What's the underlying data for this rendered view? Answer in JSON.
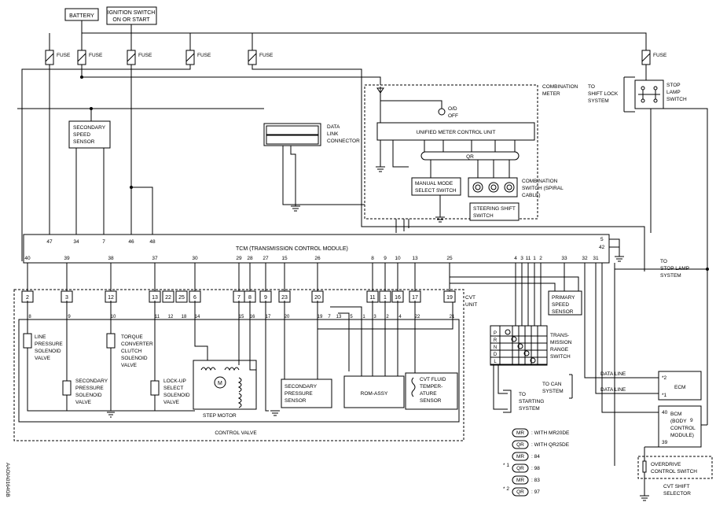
{
  "power": {
    "battery": "BATTERY",
    "ignition_l1": "IGNITION SWITCH",
    "ignition_l2": "ON OR START",
    "fuse": "FUSE"
  },
  "tcm": {
    "title": "TCM (TRANSMISSION CONTROL MODULE)",
    "top_pins": [
      "47",
      "34",
      "7",
      "46",
      "48"
    ],
    "top_right_pins": [
      "5",
      "42"
    ],
    "bottom_pins": [
      "40",
      "39",
      "38",
      "37",
      "30",
      "29",
      "28",
      "27",
      "15",
      "26",
      "8",
      "9",
      "10",
      "13",
      "25",
      "4",
      "3",
      "11",
      "1",
      "2",
      "33",
      "32",
      "31"
    ]
  },
  "cvt": {
    "unit_l1": "CVT",
    "unit_l2": "UNIT",
    "connector_pins": [
      "2",
      "3",
      "12",
      "13",
      "22",
      "25",
      "6",
      "7",
      "8",
      "9",
      "23",
      "20",
      "11",
      "1",
      "16",
      "17",
      "19"
    ],
    "inner_pins": [
      "8",
      "9",
      "10",
      "11",
      "12",
      "18",
      "14",
      "15",
      "16",
      "17",
      "20",
      "19",
      "7",
      "13",
      "5",
      "1",
      "3",
      "2",
      "4",
      "22",
      "21"
    ],
    "control_valve": "CONTROL VALVE",
    "step_motor": "STEP MOTOR",
    "motor_symbol": "M",
    "rom_assy": "ROM-ASSY",
    "line_pressure": [
      "LINE",
      "PRESSURE",
      "SOLENOID",
      "VALVE"
    ],
    "torque_converter": [
      "TORQUE",
      "CONVERTER",
      "CLUTCH",
      "SOLENOID",
      "VALVE"
    ],
    "secondary_pressure_valve": [
      "SECONDARY",
      "PRESSURE",
      "SOLENOID",
      "VALVE"
    ],
    "lockup": [
      "LOCK-UP",
      "SELECT",
      "SOLENOID",
      "VALVE"
    ],
    "secondary_pressure_sensor": [
      "SECONDARY",
      "PRESSURE",
      "SENSOR"
    ],
    "fluid_temp": [
      "CVT FLUID",
      "TEMPER-",
      "ATURE",
      "SENSOR"
    ]
  },
  "sensors": {
    "secondary_speed": [
      "SECONDARY",
      "SPEED",
      "SENSOR"
    ],
    "primary_speed": [
      "PRIMARY",
      "SPEED",
      "SENSOR"
    ],
    "data_link": [
      "DATA",
      "LINK",
      "CONNECTOR"
    ]
  },
  "meter": {
    "combination_l1": "COMBINATION",
    "combination_l2": "METER",
    "od_l1": "O/D",
    "od_l2": "OFF",
    "unified": "UNIFIED METER CONTROL UNIT",
    "qr": "QR",
    "manual_mode": [
      "MANUAL MODE",
      "SELECT SWITCH"
    ],
    "combination_switch": [
      "COMBINATION",
      "SWITCH (SPIRAL",
      "CABLE)"
    ],
    "steering_shift": [
      "STEERING SHIFT",
      "SWITCH"
    ]
  },
  "right": {
    "shift_lock": [
      "TO",
      "SHIFT LOCK",
      "SYSTEM"
    ],
    "stop_lamp_switch": [
      "STOP",
      "LAMP",
      "SWITCH"
    ],
    "to_stop_lamp": [
      "TO",
      "STOP LAMP",
      "SYSTEM"
    ],
    "range_switch": [
      "TRANS-",
      "MISSION",
      "RANGE",
      "SWITCH"
    ],
    "range_positions": [
      "P",
      "R",
      "N",
      "D",
      "L"
    ],
    "to_starting": [
      "TO",
      "STARTING",
      "SYSTEM"
    ],
    "to_can": [
      "TO CAN",
      "SYSTEM"
    ],
    "data_line": "DATA LINE",
    "ecm": "ECM",
    "ecm_pins": [
      "*2",
      "*1"
    ],
    "bcm": [
      "BCM",
      "(BODY",
      "CONTROL",
      "MODULE)"
    ],
    "bcm_pins": [
      "40",
      "39",
      "9"
    ],
    "overdrive": [
      "OVERDRIVE",
      "CONTROL SWITCH"
    ],
    "cvt_selector": [
      "CVT SHIFT",
      "SELECTOR"
    ]
  },
  "legend": [
    {
      "badge": "MR",
      "text": ": WITH MR20DE",
      "mark": ""
    },
    {
      "badge": "QR",
      "text": ": WITH QR25DE",
      "mark": ""
    },
    {
      "badge": "MR",
      "text": ": 84",
      "mark": ""
    },
    {
      "badge": "QR",
      "text": ": 98",
      "mark": "* 1"
    },
    {
      "badge": "MR",
      "text": ": 83",
      "mark": ""
    },
    {
      "badge": "QR",
      "text": ": 97",
      "mark": "* 2"
    }
  ],
  "figure_id": "AAOIA0164GB"
}
